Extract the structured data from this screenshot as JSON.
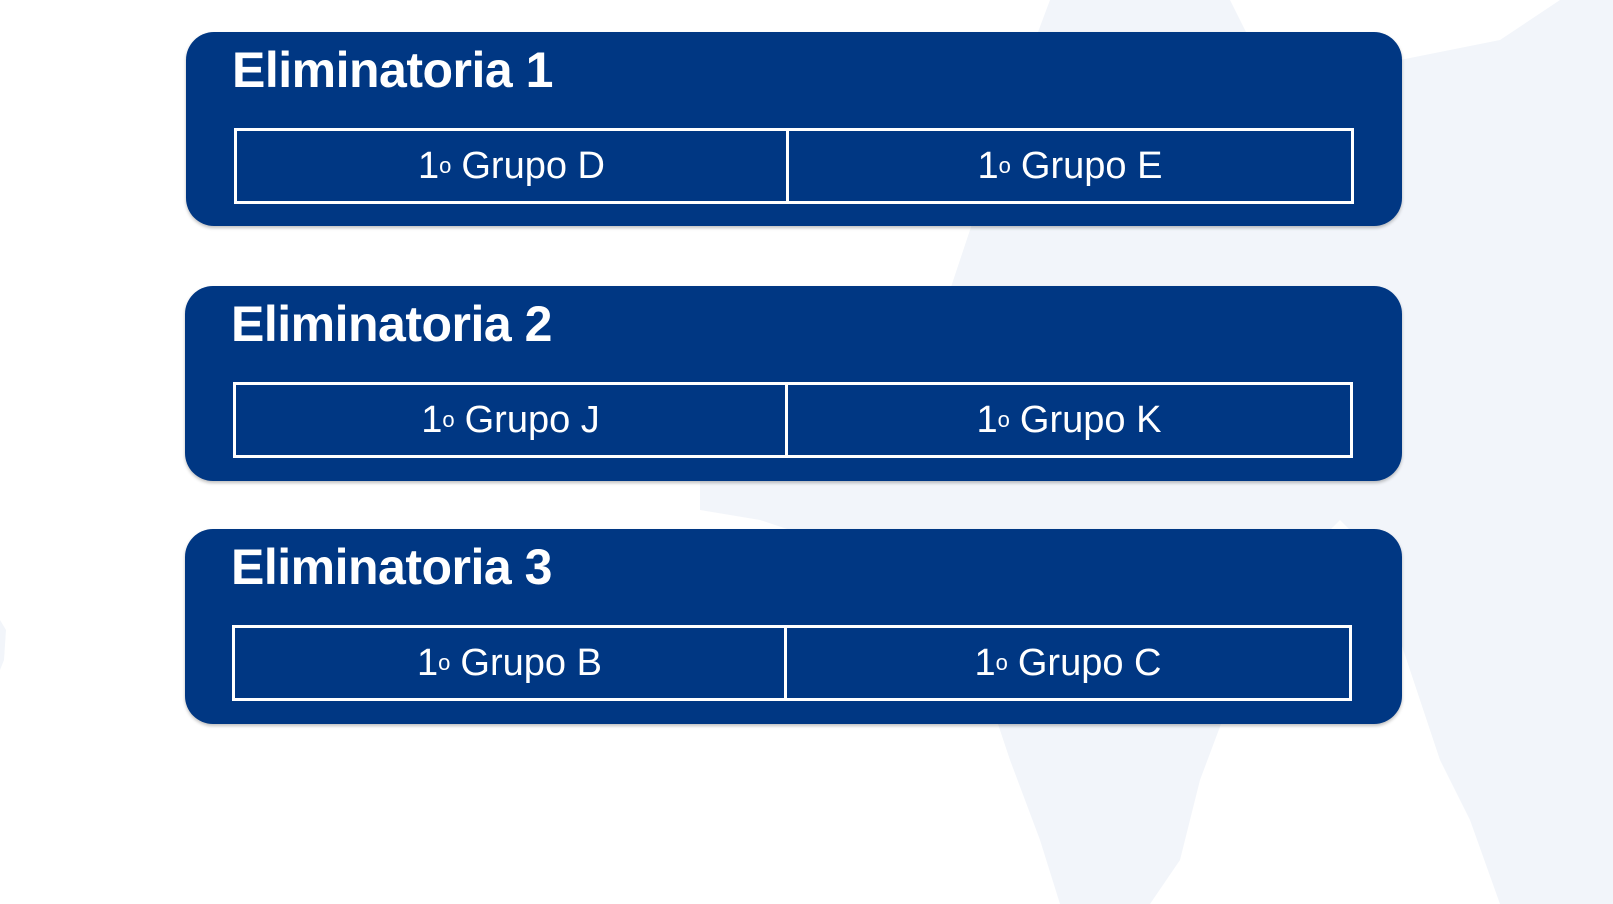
{
  "colors": {
    "card_background": "#003783",
    "text": "#ffffff",
    "page_background": "#ffffff",
    "silhouette": "#f2f5fa"
  },
  "matches": [
    {
      "title": "Eliminatoria 1",
      "teams": [
        {
          "position": "1",
          "ordinal_mark": "o",
          "group": "Grupo D"
        },
        {
          "position": "1",
          "ordinal_mark": "o",
          "group": "Grupo E"
        }
      ]
    },
    {
      "title": "Eliminatoria 2",
      "teams": [
        {
          "position": "1",
          "ordinal_mark": "o",
          "group": "Grupo J"
        },
        {
          "position": "1",
          "ordinal_mark": "o",
          "group": "Grupo K"
        }
      ]
    },
    {
      "title": "Eliminatoria 3",
      "teams": [
        {
          "position": "1",
          "ordinal_mark": "o",
          "group": "Grupo B"
        },
        {
          "position": "1",
          "ordinal_mark": "o",
          "group": "Grupo C"
        }
      ]
    }
  ]
}
